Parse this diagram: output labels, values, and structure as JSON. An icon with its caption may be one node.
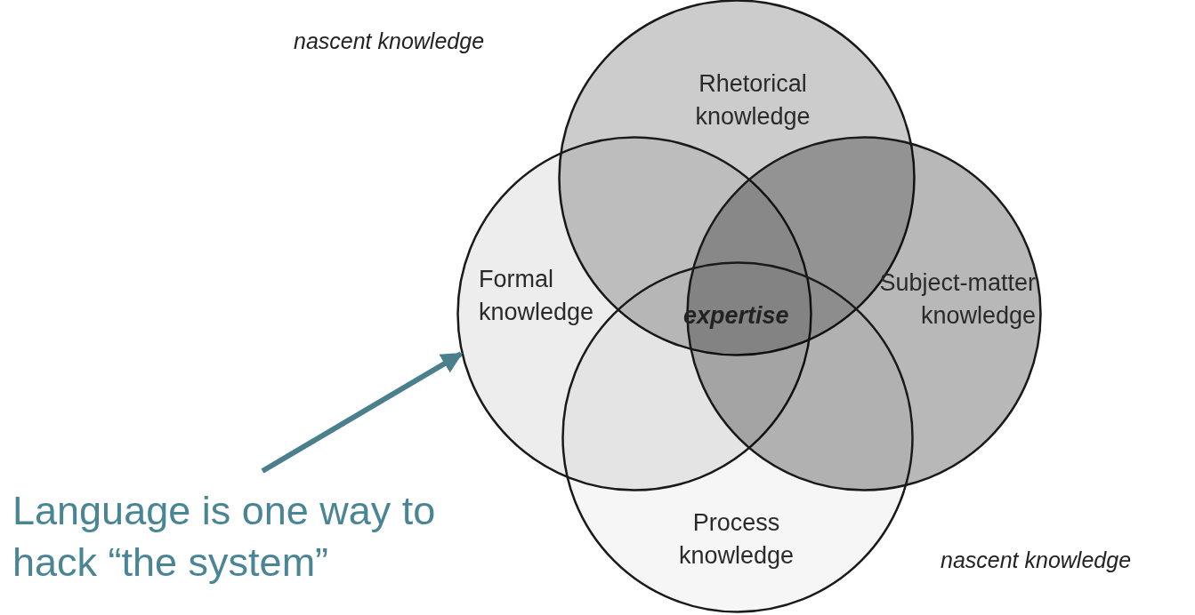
{
  "diagram": {
    "nodes": [
      {
        "text": [
          "Rhetorical knowledge"
        ]
      },
      {
        "text": [
          "Formal knowledge"
        ]
      },
      {
        "text": [
          "Subject-matter knowledge"
        ]
      },
      {
        "text": [
          "Process knowledge"
        ]
      },
      {
        "text": [
          "Language is one way to hack “the system”"
        ]
      }
    ],
    "edges": [
      {
        "from": 4,
        "to": 1,
        "arrow": "to",
        "color": "#4a7f8c"
      }
    ],
    "labels": [
      "nascent knowledge",
      "expertise",
      "nascent knowledge"
    ]
  }
}
